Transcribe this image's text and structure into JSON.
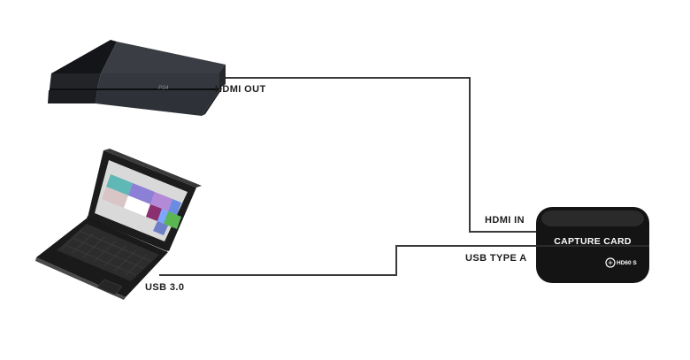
{
  "labels": {
    "hdmi_out": "HDMI OUT",
    "hdmi_in": "HDMI IN",
    "usb_type_a": "USB TYPE A",
    "usb_3": "USB 3.0"
  },
  "capture_card": {
    "title": "CAPTURE CARD",
    "model": "HD60 S"
  },
  "console": {
    "logo": "PS4"
  },
  "colors": {
    "cable": "#3a3a3a",
    "console_body": "#2b2d31",
    "console_top": "#1a1b1e",
    "capture_card": "#141414",
    "laptop_frame": "#1c1c1c",
    "screen_tiles": [
      "#5fb8b6",
      "#8c7fd6",
      "#b38ad8",
      "#d9c5c5",
      "#ffffff",
      "#6a8ce0",
      "#5ab653",
      "#8a2f6f",
      "#7ea6ff",
      "#6f7ec8"
    ]
  }
}
